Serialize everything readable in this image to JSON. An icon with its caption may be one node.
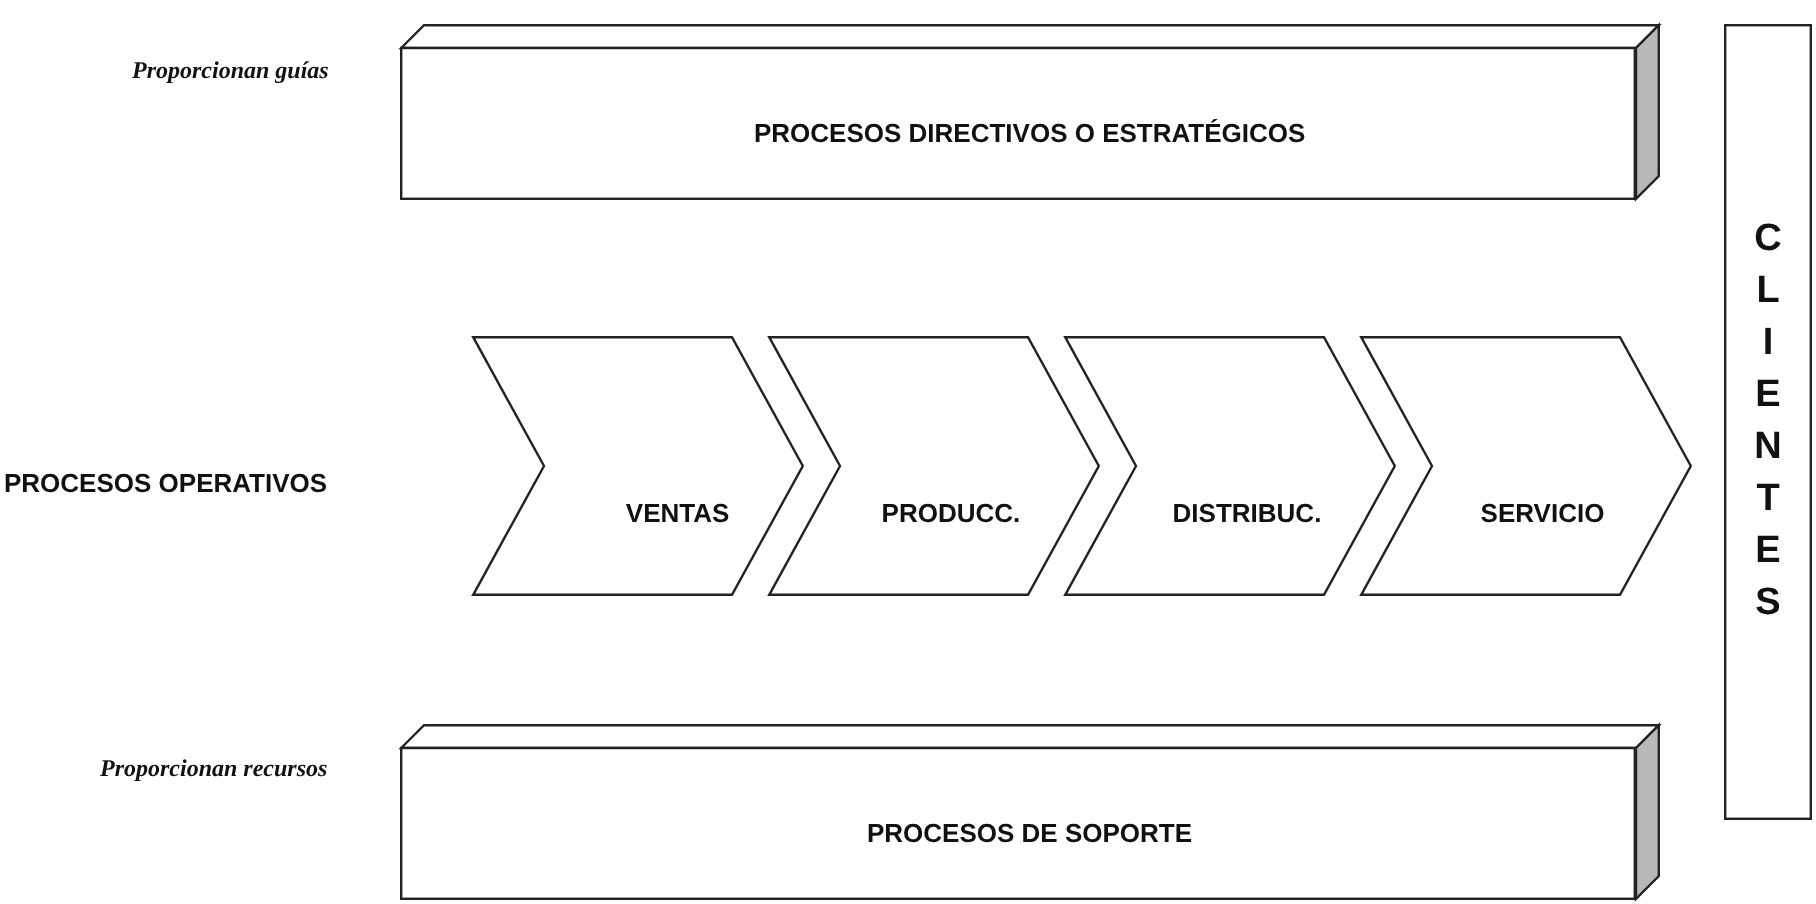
{
  "diagram": {
    "nodes": [
      {
        "text": [
          "PROCESOS DIRECTIVOS O ESTRATÉGICOS"
        ],
        "beside": [
          "Proporcionan guías"
        ]
      },
      {
        "text": [
          "VENTAS"
        ]
      },
      {
        "text": [
          "PRODUCC."
        ]
      },
      {
        "text": [
          "DISTRIBUC."
        ]
      },
      {
        "text": [
          "SERVICIO"
        ]
      },
      {
        "text": [
          "PROCESOS DE SOPORTE"
        ],
        "beside": [
          "Proporcionan recursos"
        ]
      },
      {
        "text": [
          "CLIENTES"
        ]
      }
    ],
    "labels": [
      "PROCESOS OPERATIVOS"
    ]
  }
}
